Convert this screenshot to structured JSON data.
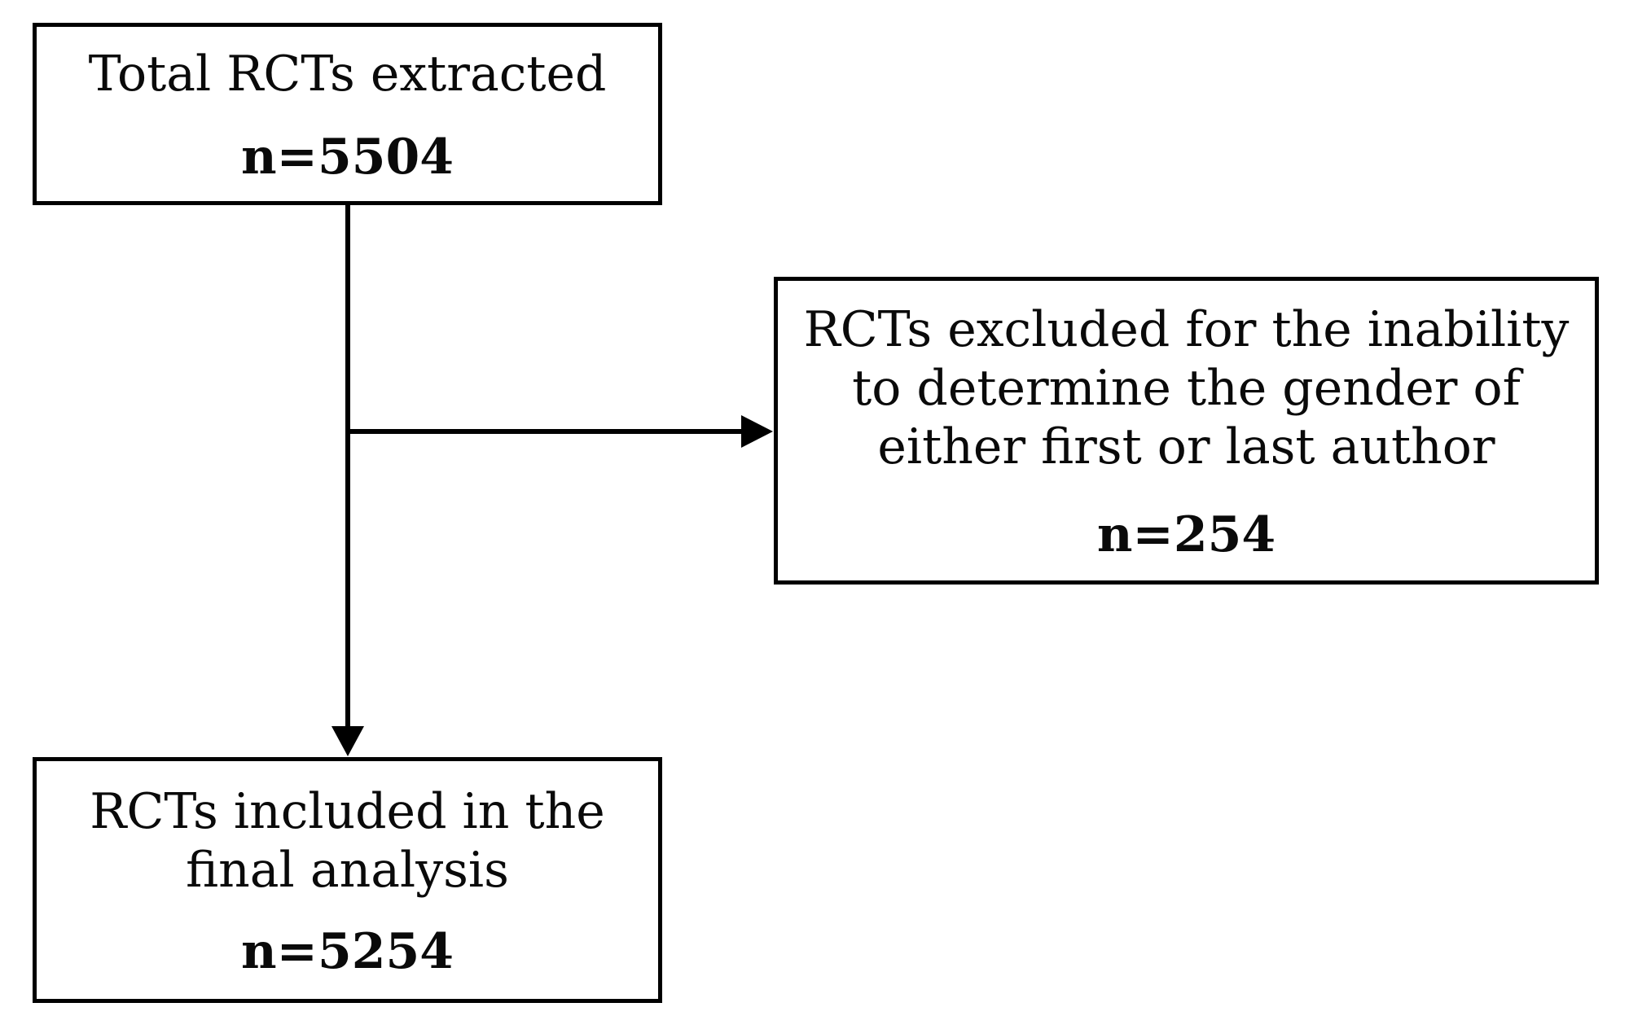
{
  "colors": {
    "border": "#000000",
    "line": "#000000",
    "text": "#0a0a0a",
    "background": "#ffffff"
  },
  "nodes": {
    "total": {
      "lines": [
        "Total RCTs extracted"
      ],
      "count": "n=5504"
    },
    "excluded": {
      "lines": [
        "RCTs excluded for the inability",
        "to determine the gender of",
        "either first or last author"
      ],
      "count": "n=254"
    },
    "included": {
      "lines": [
        "RCTs included in the",
        "final analysis"
      ],
      "count": "n=5254"
    }
  },
  "edges": [
    {
      "from": "total",
      "to": "included",
      "direction": "down"
    },
    {
      "from": "total",
      "to": "excluded",
      "direction": "right"
    }
  ]
}
